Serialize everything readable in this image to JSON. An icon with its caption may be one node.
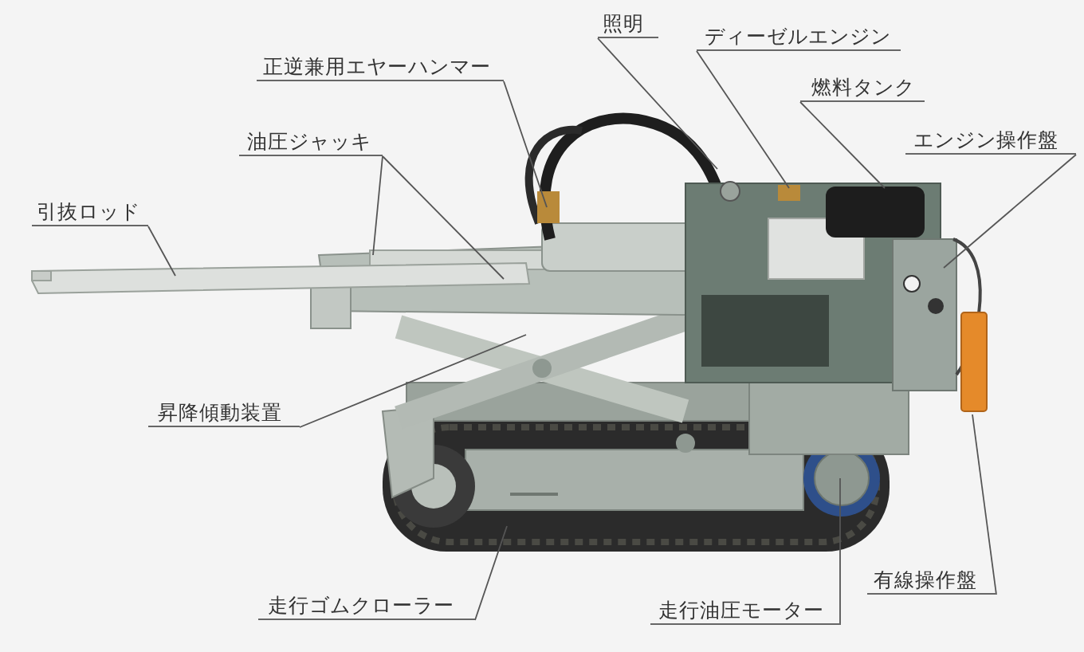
{
  "diagram": {
    "nodes": [
      {
        "text": [
          "照明"
        ]
      },
      {
        "text": [
          "ディーゼルエンジン"
        ]
      },
      {
        "text": [
          "正逆兼用エヤーハンマー"
        ]
      },
      {
        "text": [
          "燃料タンク"
        ]
      },
      {
        "text": [
          "エンジン操作盤"
        ]
      },
      {
        "text": [
          "油圧ジャッキ"
        ]
      },
      {
        "text": [
          "引抜ロッド"
        ]
      },
      {
        "text": [
          "昇降傾動装置"
        ]
      },
      {
        "text": [
          "有線操作盤"
        ]
      },
      {
        "text": [
          "走行ゴムクローラー"
        ]
      },
      {
        "text": [
          "走行油圧モーター"
        ]
      }
    ],
    "edges": [
      {
        "from": 0,
        "to": null,
        "arrow": "none"
      },
      {
        "from": 1,
        "to": null,
        "arrow": "none"
      },
      {
        "from": 2,
        "to": null,
        "arrow": "none"
      },
      {
        "from": 3,
        "to": null,
        "arrow": "none"
      },
      {
        "from": 4,
        "to": null,
        "arrow": "none"
      },
      {
        "from": 5,
        "to": null,
        "arrow": "none"
      },
      {
        "from": 5,
        "to": null,
        "arrow": "none"
      },
      {
        "from": 6,
        "to": null,
        "arrow": "none"
      },
      {
        "from": 7,
        "to": null,
        "arrow": "none"
      },
      {
        "from": 8,
        "to": null,
        "arrow": "none"
      },
      {
        "from": 9,
        "to": null,
        "arrow": "none"
      },
      {
        "from": 10,
        "to": null,
        "arrow": "none"
      }
    ]
  }
}
